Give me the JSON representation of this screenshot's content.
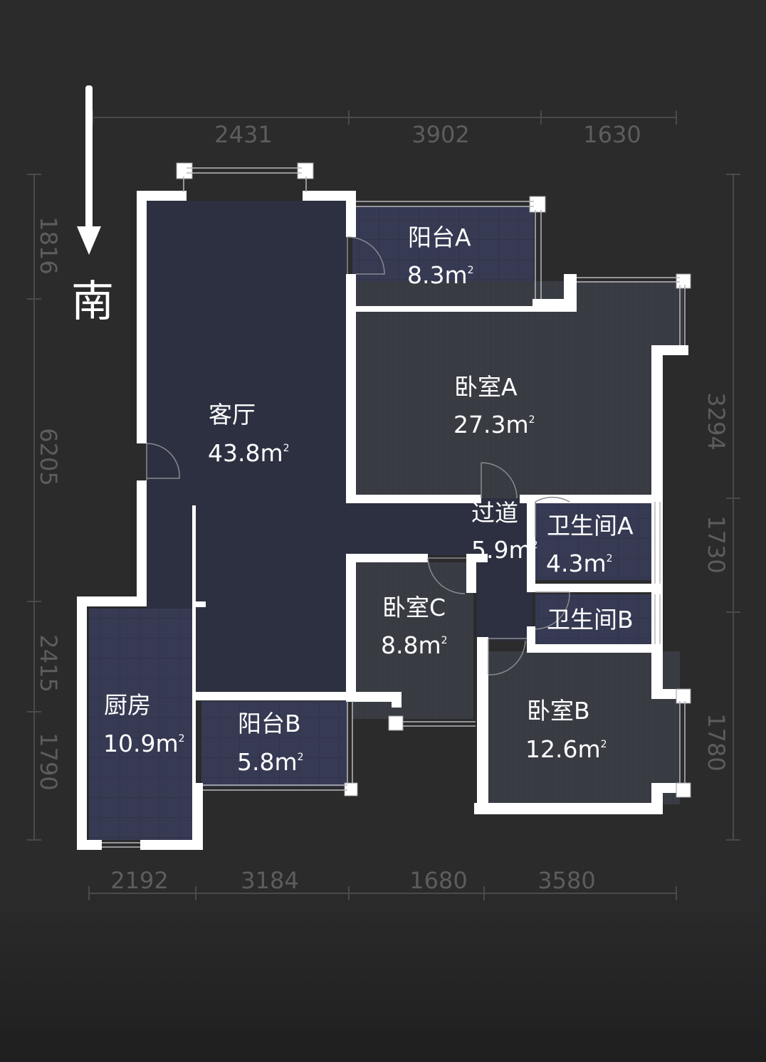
{
  "compass": {
    "direction": "南",
    "icon": "arrow-down-icon"
  },
  "dimensions": {
    "top": [
      "2431",
      "3902",
      "1630"
    ],
    "bottom": [
      "2192",
      "3184",
      "1680",
      "3580"
    ],
    "left": [
      "1816",
      "6205",
      "2415",
      "1790"
    ],
    "right": [
      "3294",
      "1730",
      "1780"
    ]
  },
  "rooms": {
    "living_room": {
      "name": "客厅",
      "area": "43.8m",
      "unit_sup": "2"
    },
    "balcony_a": {
      "name": "阳台A",
      "area": "8.3m",
      "unit_sup": "2"
    },
    "bedroom_a": {
      "name": "卧室A",
      "area": "27.3m",
      "unit_sup": "2"
    },
    "corridor": {
      "name": "过道",
      "area": "5.9m",
      "unit_sup": "2"
    },
    "bathroom_a": {
      "name": "卫生间A",
      "area": "4.3m",
      "unit_sup": "2"
    },
    "bathroom_b": {
      "name": "卫生间B"
    },
    "bedroom_c": {
      "name": "卧室C",
      "area": "8.8m",
      "unit_sup": "2"
    },
    "bedroom_b": {
      "name": "卧室B",
      "area": "12.6m",
      "unit_sup": "2"
    },
    "kitchen": {
      "name": "厨房",
      "area": "10.9m",
      "unit_sup": "2"
    },
    "balcony_b": {
      "name": "阳台B",
      "area": "5.8m",
      "unit_sup": "2"
    }
  },
  "colors": {
    "background": "#2b2b2c",
    "wall": "#ffffff",
    "floor_living": "#2c3040",
    "floor_bedroom": "#3b3d45",
    "floor_tile": "#3a3d55",
    "dimension_text": "#5d5d60"
  }
}
